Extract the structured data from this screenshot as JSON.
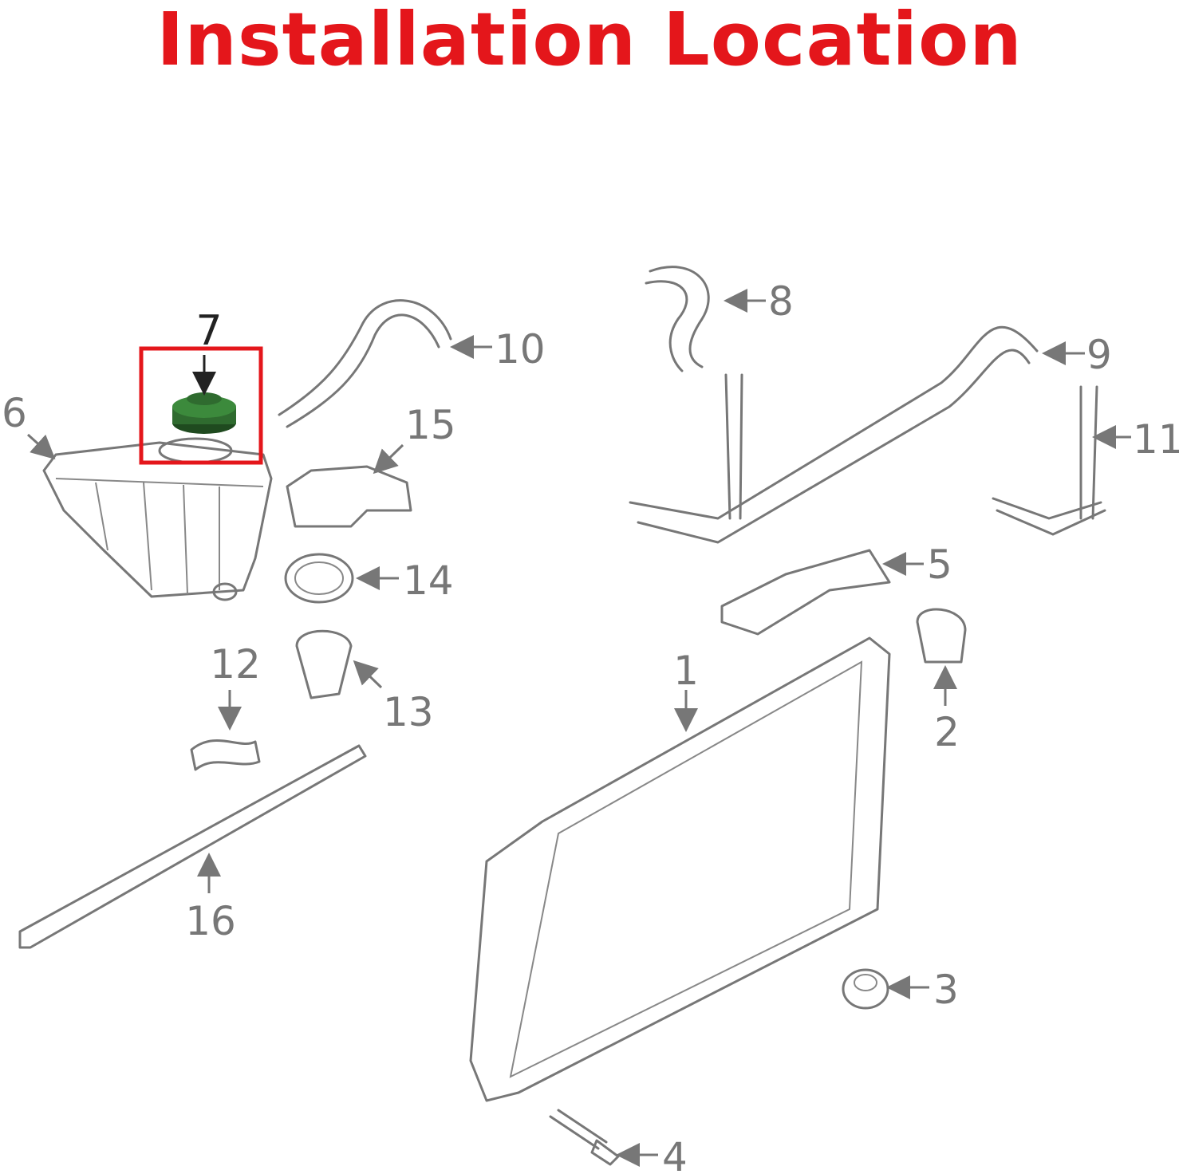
{
  "title": "Installation Location",
  "highlight_color": "#e4161b",
  "highlighted_part": "7",
  "highlight_part_color": "#2f6b2f",
  "callouts": [
    "1",
    "2",
    "3",
    "4",
    "5",
    "6",
    "7",
    "8",
    "9",
    "10",
    "11",
    "12",
    "13",
    "14",
    "15",
    "16"
  ]
}
